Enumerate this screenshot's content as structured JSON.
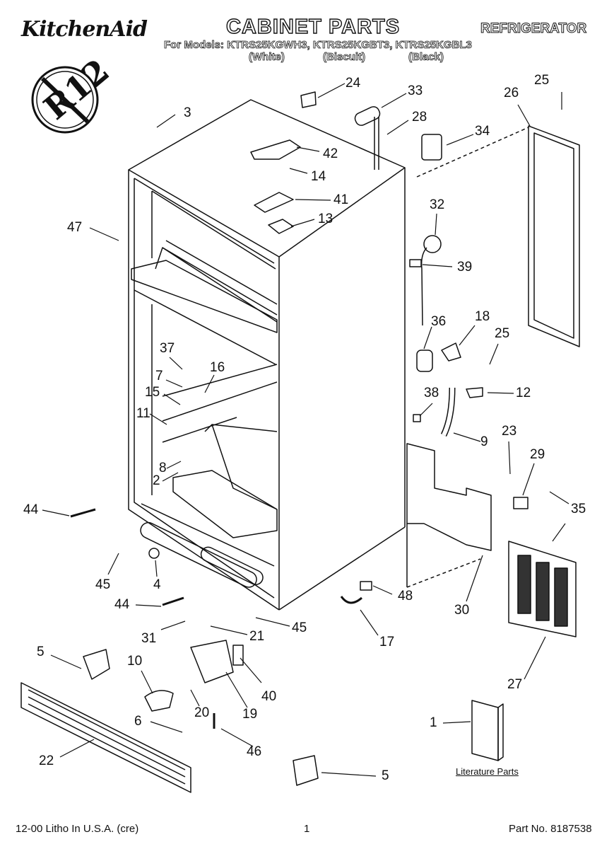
{
  "header": {
    "brand": "KitchenAid",
    "title": "CABINET PARTS",
    "category": "REFRIGERATOR",
    "models_line": "For Models: KTRS25KGWH3, KTRS25KGBT3, KTRS25KGBL3",
    "variants": [
      "(White)",
      "(Biscuit)",
      "(Black)"
    ]
  },
  "badge": {
    "text": "R12",
    "icon": "no-r12-icon"
  },
  "callouts": [
    "24",
    "33",
    "3",
    "28",
    "34",
    "25",
    "26",
    "42",
    "14",
    "41",
    "47",
    "13",
    "32",
    "39",
    "36",
    "18",
    "25",
    "37",
    "16",
    "7",
    "15",
    "11",
    "12",
    "38",
    "9",
    "23",
    "8",
    "29",
    "2",
    "44",
    "35",
    "45",
    "4",
    "48",
    "30",
    "44",
    "45",
    "31",
    "21",
    "17",
    "5",
    "10",
    "40",
    "27",
    "19",
    "20",
    "6",
    "46",
    "1",
    "22",
    "5"
  ],
  "literature_label": "Literature Parts",
  "footer": {
    "left": "12-00 Litho In U.S.A. (cre)",
    "center": "1",
    "right": "Part No. 8187538"
  }
}
